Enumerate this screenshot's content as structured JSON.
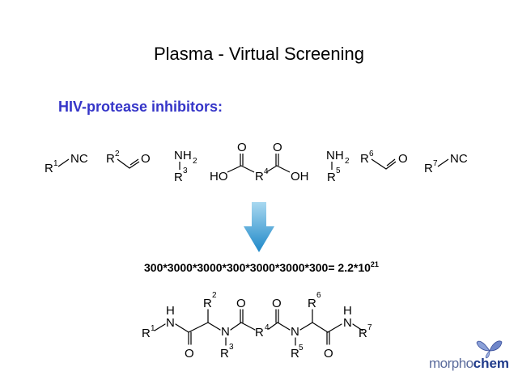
{
  "slide": {
    "title": "Plasma - Virtual Screening",
    "subtitle": "HIV-protease inhibitors:",
    "formula_main": "300*3000*3000*300*3000*3000*300= 2.2*10",
    "formula_exp": "21"
  },
  "reagents": {
    "r1": "R",
    "r1_idx": "1",
    "isonitrile1": "NC",
    "r2": "R",
    "r2_idx": "2",
    "aldehyde_o1": "O",
    "amine1": "NH",
    "amine1_sub": "2",
    "r3": "R",
    "r3_idx": "3",
    "diacid_o1": "O",
    "diacid_o2": "O",
    "diacid_ho": "HO",
    "diacid_oh": "OH",
    "r4": "R",
    "r4_idx": "4",
    "amine2": "NH",
    "amine2_sub": "2",
    "r5": "R",
    "r5_idx": "5",
    "r6": "R",
    "r6_idx": "6",
    "aldehyde_o2": "O",
    "r7": "R",
    "r7_idx": "7",
    "isonitrile2": "NC"
  },
  "product": {
    "h1": "H",
    "n1": "N",
    "r1": "R",
    "r1_idx": "1",
    "o1": "O",
    "r2": "R",
    "r2_idx": "2",
    "n2": "N",
    "r3": "R",
    "r3_idx": "3",
    "o2": "O",
    "r4": "R",
    "r4_idx": "4",
    "o3": "O",
    "n3": "N",
    "r5": "R",
    "r5_idx": "5",
    "r6": "R",
    "r6_idx": "6",
    "o4": "O",
    "h2": "H",
    "n4": "N",
    "r7": "R",
    "r7_idx": "7"
  },
  "logo": {
    "part1": "morpho",
    "part2": "chem"
  },
  "colors": {
    "subtitle": "#3535c8",
    "arrow_top": "#a8d8f0",
    "arrow_bottom": "#1e88c8",
    "logo_dark": "#1f3a8a"
  }
}
